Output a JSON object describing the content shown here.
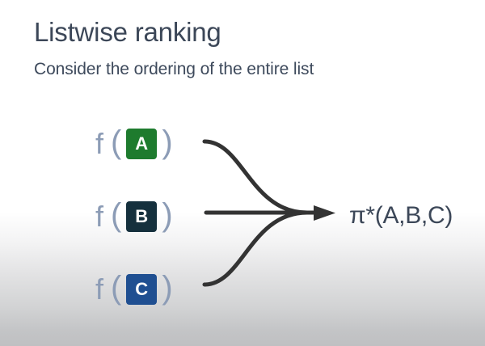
{
  "slide": {
    "title": "Listwise ranking",
    "subtitle": "Consider the ordering of the entire list",
    "background_top_color": "#ffffff",
    "background_bottom_color": "#bfc0c2",
    "title_color": "#3c4758",
    "subtitle_color": "#3e4a5c"
  },
  "diagram": {
    "type": "many-to-one-flow",
    "function_symbol": "f",
    "paren_open": "(",
    "paren_close": ")",
    "paren_color": "#8c9cb6",
    "arrow_color": "#333333",
    "inputs": [
      {
        "id": "a",
        "label": "A",
        "box_color": "#1e7b2e",
        "text_color": "#ffffff",
        "expression": "f ( A )",
        "connector": "curve-down"
      },
      {
        "id": "b",
        "label": "B",
        "box_color": "#15303d",
        "text_color": "#ffffff",
        "expression": "f ( B )",
        "connector": "straight"
      },
      {
        "id": "c",
        "label": "C",
        "box_color": "#1f4f91",
        "text_color": "#ffffff",
        "expression": "f ( C )",
        "connector": "curve-up"
      }
    ],
    "output": {
      "label": "π*(A,B,C)",
      "color": "#3c4758"
    }
  }
}
